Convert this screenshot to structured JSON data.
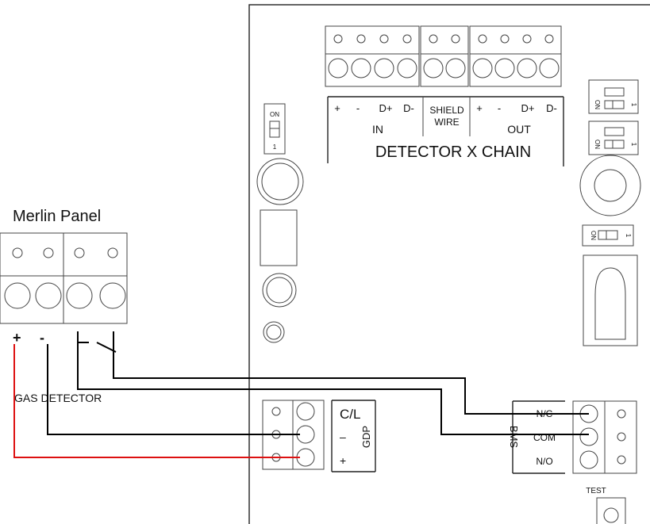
{
  "panel_title": "Merlin Panel",
  "panel_terminals": [
    "+",
    "-"
  ],
  "gas_detector_label": "GAS DETECTOR",
  "chain": {
    "in_labels": [
      "+",
      "-",
      "D+",
      "D-"
    ],
    "in_group": "IN",
    "shield_line1": "SHIELD",
    "shield_line2": "WIRE",
    "out_labels": [
      "+",
      "-",
      "D+",
      "D-"
    ],
    "out_group": "OUT",
    "title": "DETECTOR X CHAIN"
  },
  "dip_on": "ON",
  "dip_one": "1",
  "gdp": {
    "cl": "C/L",
    "minus": "–",
    "plus": "+",
    "name": "GDP"
  },
  "bms": {
    "name": "BMS",
    "nc": "N/C",
    "com": "COM",
    "no": "N/O"
  },
  "test_label": "TEST",
  "colors": {
    "line": "#222222",
    "wire": "#000000",
    "red_wire": "#dd1111"
  }
}
